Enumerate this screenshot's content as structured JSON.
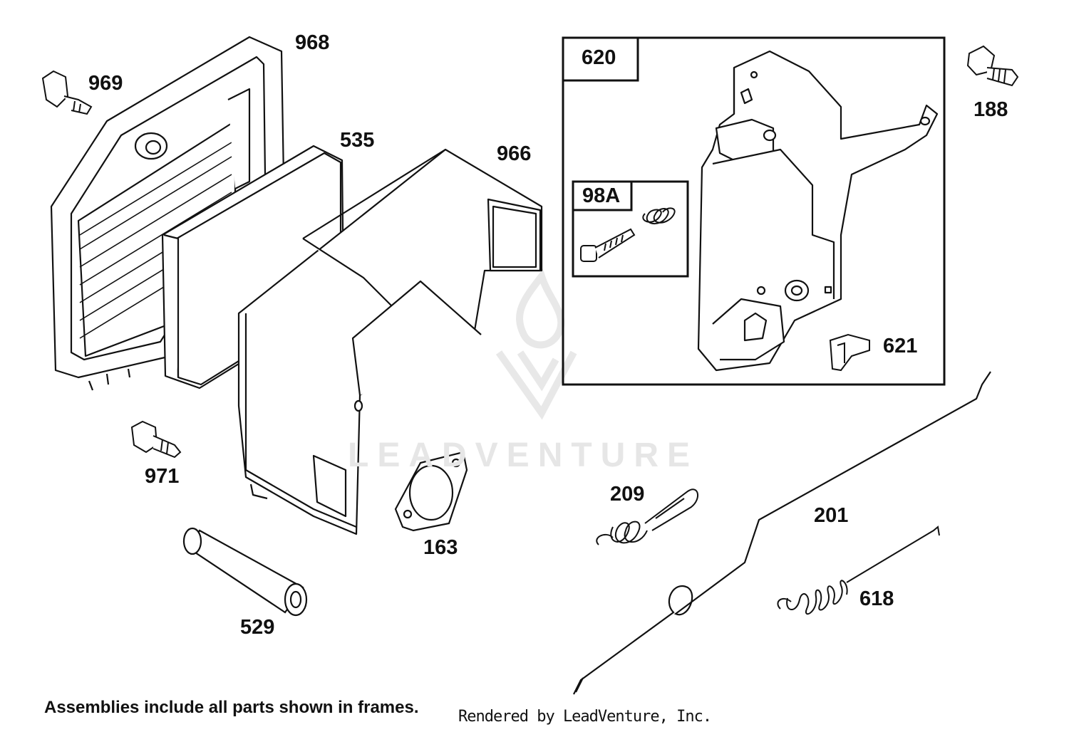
{
  "parts": {
    "p968": "968",
    "p969": "969",
    "p535": "535",
    "p966": "966",
    "p620": "620",
    "p98a": "98A",
    "p188": "188",
    "p621": "621",
    "p971": "971",
    "p163": "163",
    "p529": "529",
    "p209": "209",
    "p201": "201",
    "p618": "618"
  },
  "footer": {
    "note": "Assemblies include all parts shown in frames.",
    "credit": "Rendered by LeadVenture, Inc."
  },
  "watermark": {
    "text": "LEADVENTURE",
    "color": "#e6e6e6"
  },
  "colors": {
    "line": "#111111",
    "background": "#ffffff"
  }
}
